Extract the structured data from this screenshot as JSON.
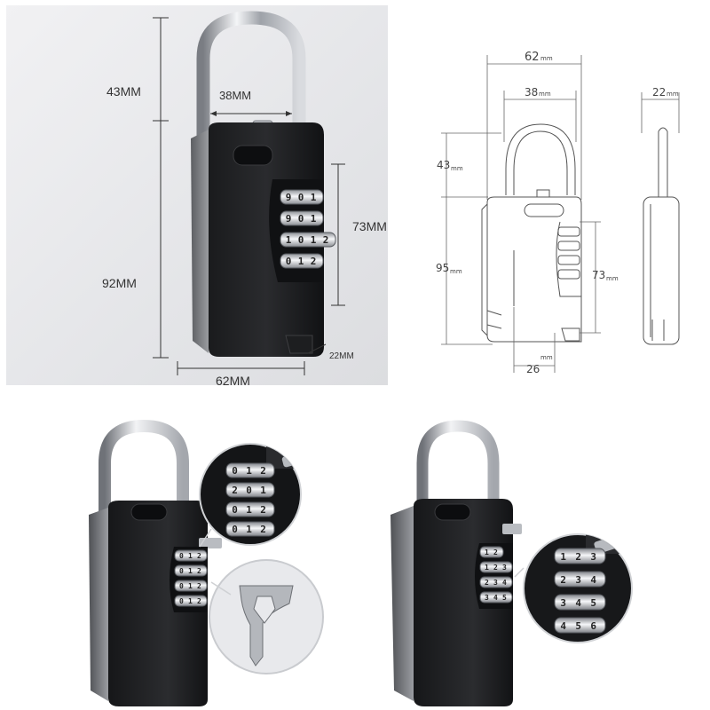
{
  "photo": {
    "dims": {
      "shackle_height": "43MM",
      "shackle_width": "38MM",
      "body_height": "92MM",
      "dial_height": "73MM",
      "body_width": "62MM",
      "depth": "22MM"
    },
    "dial_rows": [
      [
        "9",
        "0",
        "1"
      ],
      [
        "9",
        "0",
        "1"
      ],
      [
        "1",
        "0",
        "1",
        "2"
      ],
      [
        "0",
        "1",
        "2"
      ]
    ]
  },
  "drawing": {
    "width_total": "62",
    "width_shackle": "38",
    "depth": "22",
    "shackle_height": "43",
    "body_height": "95",
    "dial_height": "73",
    "dial_width": "26",
    "unit": "mm"
  },
  "detail_left": {
    "zoom_dial_rows": [
      [
        "0",
        "1",
        "2"
      ],
      [
        "2",
        "0",
        "1"
      ],
      [
        "0",
        "1",
        "2"
      ],
      [
        "0",
        "1",
        "2"
      ]
    ],
    "body_dial_rows": [
      [
        "0",
        "1",
        "2"
      ],
      [
        "0",
        "1",
        "2"
      ],
      [
        "0",
        "1",
        "2"
      ],
      [
        "0",
        "1",
        "2"
      ]
    ]
  },
  "detail_right": {
    "zoom_dial_rows": [
      [
        "1",
        "2",
        "3"
      ],
      [
        "2",
        "3",
        "4"
      ],
      [
        "3",
        "4",
        "5"
      ],
      [
        "4",
        "5",
        "6"
      ]
    ],
    "body_dial_rows": [
      [
        "1",
        "2"
      ],
      [
        "1",
        "2",
        "3"
      ],
      [
        "2",
        "3",
        "4"
      ],
      [
        "3",
        "4",
        "5"
      ]
    ]
  }
}
